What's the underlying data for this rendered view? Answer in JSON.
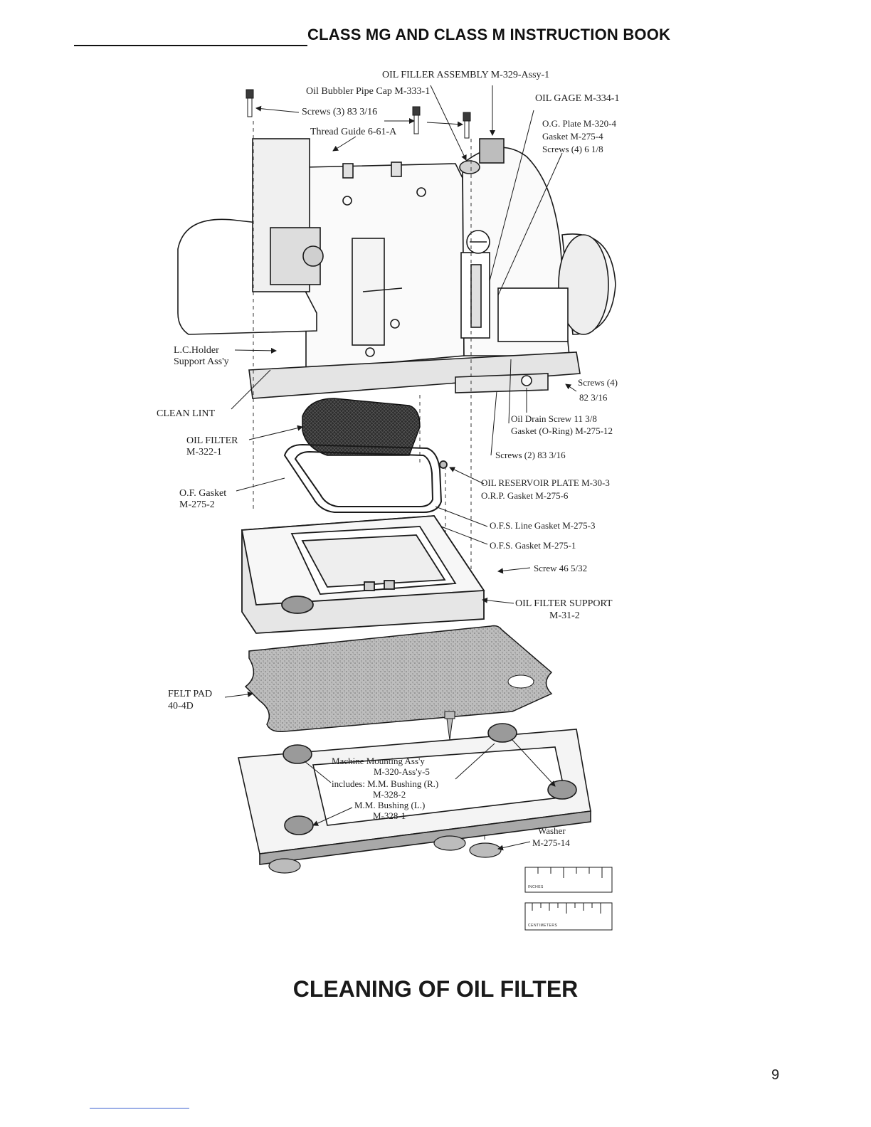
{
  "header": {
    "title": "CLASS MG AND CLASS M INSTRUCTION BOOK"
  },
  "callouts": {
    "oil_filler_assembly": "OIL FILLER ASSEMBLY M-329-Assy-1",
    "oil_bubbler_pipe_cap": "Oil Bubbler Pipe Cap M-333-1",
    "screws_top": "Screws (3) 83 3/16",
    "thread_guide": "Thread Guide 6-61-A",
    "oil_gage": "OIL GAGE M-334-1",
    "og_plate": "O.G. Plate M-320-4",
    "og_gasket": "Gasket M-275-4",
    "og_screws": "Screws (4) 6 1/8",
    "lc_holder_line1": "L.C.Holder",
    "lc_holder_line2": "Support Ass'y",
    "clean_lint": "CLEAN LINT",
    "screws_right_line1": "Screws (4)",
    "screws_right_line2": "82 3/16",
    "oil_drain_screw": "Oil Drain Screw 11 3/8",
    "oil_drain_gasket": "Gasket (O-Ring) M-275-12",
    "screws_2": "Screws (2) 83 3/16",
    "oil_filter_line1": "OIL FILTER",
    "oil_filter_line2": "M-322-1",
    "oil_reservoir_plate": "OIL RESERVOIR PLATE M-30-3",
    "orp_gasket": "O.R.P. Gasket M-275-6",
    "of_gasket_line1": "O.F. Gasket",
    "of_gasket_line2": "M-275-2",
    "ofs_line_gasket": "O.F.S. Line Gasket M-275-3",
    "ofs_gasket": "O.F.S. Gasket M-275-1",
    "screw_46": "Screw 46 5/32",
    "oil_filter_support_line1": "OIL FILTER SUPPORT",
    "oil_filter_support_line2": "M-31-2",
    "felt_pad_line1": "FELT PAD",
    "felt_pad_line2": "40-4D",
    "mounting_line1": "Machine Mounting Ass'y",
    "mounting_line2": "M-320-Ass'y-5",
    "mounting_line3": "includes: M.M. Bushing (R.)",
    "mounting_line4": "M-328-2",
    "mounting_line5": "M.M. Bushing (L.)",
    "mounting_line6": "M-328-1",
    "washer_line1": "Washer",
    "washer_line2": "M-275-14"
  },
  "rulers": {
    "top_label": "INCHES",
    "bottom_label": "CENTIMETERS"
  },
  "heading": "CLEANING OF OIL FILTER",
  "page_number": "9",
  "colors": {
    "ink": "#1a1a1a",
    "shading": "#9a9a9a",
    "footer_rule": "#3a5fd0"
  }
}
